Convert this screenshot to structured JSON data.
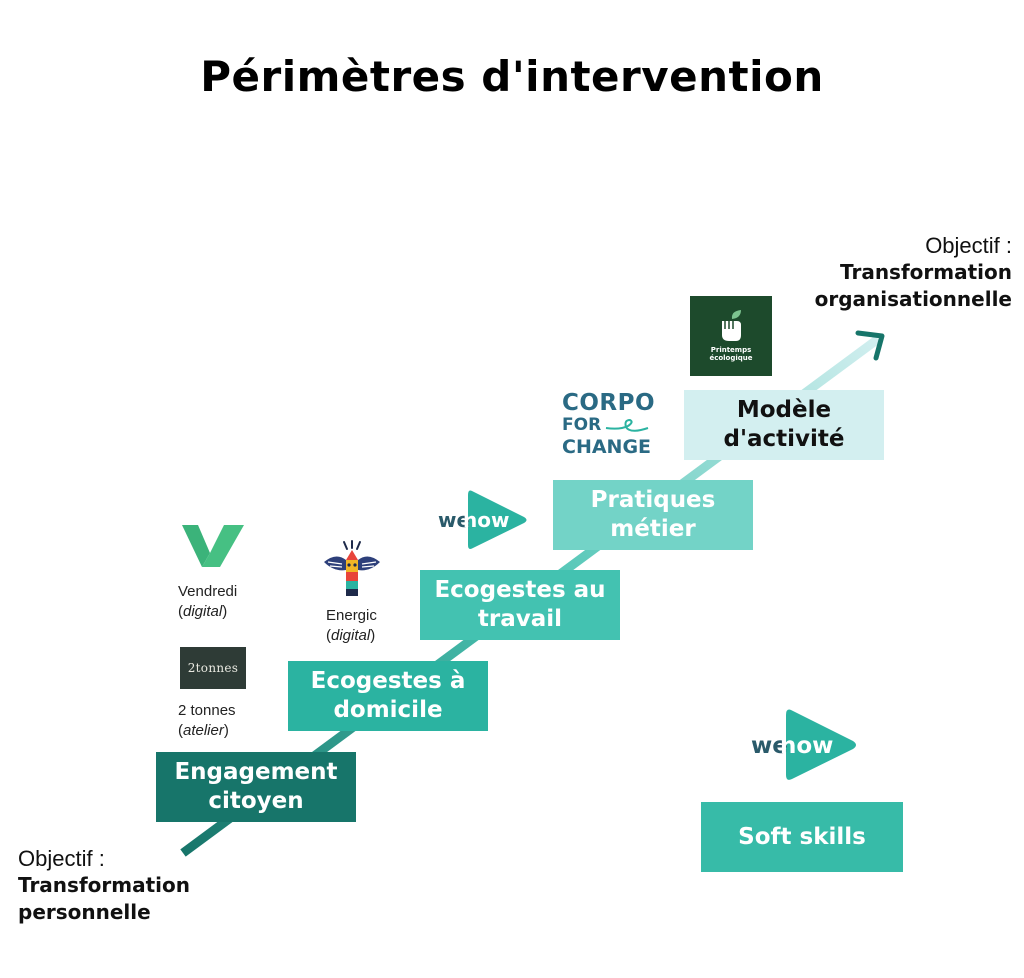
{
  "title": "Périmètres d'intervention",
  "objective_end": {
    "label": "Objectif :",
    "value": "Transformation\norganisationnelle"
  },
  "objective_start": {
    "label": "Objectif :",
    "value": "Transformation\npersonnelle"
  },
  "steps": [
    {
      "label": "Engagement\ncitoyen",
      "color": "#17756a"
    },
    {
      "label": "Ecogestes à\ndomicile",
      "color": "#2bb3a1"
    },
    {
      "label": "Ecogestes au\ntravail",
      "color": "#43c2b1"
    },
    {
      "label": "Pratiques\nmétier",
      "color": "#73d3c7"
    },
    {
      "label": "Modèle\nd'activité",
      "color": "#d3eff0"
    }
  ],
  "soft_skills": {
    "label": "Soft skills",
    "color": "#37bba8"
  },
  "partners": {
    "vendredi": {
      "name": "Vendredi",
      "mode": "digital",
      "icon": "vendredi-logo"
    },
    "two_tonnes": {
      "name": "2 tonnes",
      "mode": "atelier",
      "logo_text": "2tonnes",
      "icon": "2tonnes-logo"
    },
    "energic": {
      "name": "Energic",
      "mode": "digital",
      "icon": "energic-totem-logo"
    },
    "wenow": {
      "logo_we": "we",
      "logo_now": "now",
      "icon": "wenow-logo"
    },
    "corpo": {
      "line1": "CORPO",
      "line2": "FOR",
      "line3": "CHANGE",
      "icon": "corpo-for-change-logo"
    },
    "printemps": {
      "text": "Printemps\nécologique",
      "icon": "printemps-ecologique-logo"
    }
  },
  "colors": {
    "arrow": "#17756a",
    "arrow_light": "#d3eff0",
    "wenow_teal": "#2bb3a1",
    "wenow_dark": "#2a5a6a"
  }
}
